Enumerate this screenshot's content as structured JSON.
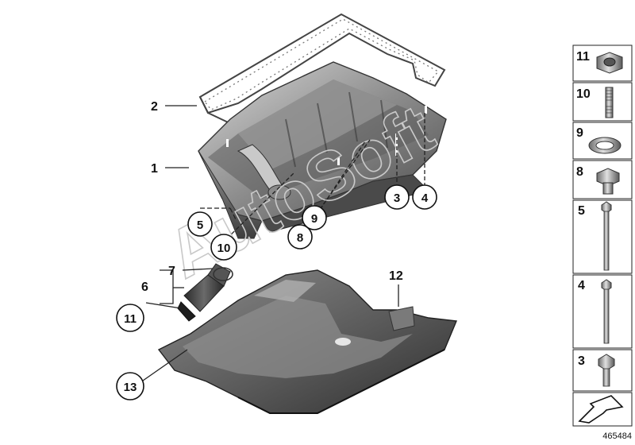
{
  "watermark": "AutoSoft",
  "diagram_code": "465484",
  "callouts": [
    {
      "id": "c1",
      "text": "1",
      "circled": false
    },
    {
      "id": "c2",
      "text": "2",
      "circled": false
    },
    {
      "id": "c3",
      "text": "3",
      "circled": true
    },
    {
      "id": "c4",
      "text": "4",
      "circled": true
    },
    {
      "id": "c5",
      "text": "5",
      "circled": true
    },
    {
      "id": "c6",
      "text": "6",
      "circled": false
    },
    {
      "id": "c7",
      "text": "7",
      "circled": false
    },
    {
      "id": "c8",
      "text": "8",
      "circled": true
    },
    {
      "id": "c9",
      "text": "9",
      "circled": true
    },
    {
      "id": "c10",
      "text": "10",
      "circled": true
    },
    {
      "id": "c11",
      "text": "11",
      "circled": true
    },
    {
      "id": "c12",
      "text": "12",
      "circled": false
    },
    {
      "id": "c13",
      "text": "13",
      "circled": true
    }
  ],
  "parts_legend": [
    {
      "number": "11",
      "icon": "nut-icon"
    },
    {
      "number": "10",
      "icon": "stud-icon"
    },
    {
      "number": "9",
      "icon": "washer-icon"
    },
    {
      "number": "8",
      "icon": "plug-screw-icon"
    },
    {
      "number": "5",
      "icon": "long-bolt-icon"
    },
    {
      "number": "4",
      "icon": "bolt-icon"
    },
    {
      "number": "3",
      "icon": "short-bolt-icon"
    }
  ],
  "colors": {
    "metal_dark": "#4a4a4a",
    "metal_mid": "#8a8a8a",
    "metal_light": "#c8c8c8",
    "shield_dark": "#3a3a3a",
    "shield_mid": "#6e6e6e",
    "watermark": "#c9c9c9"
  }
}
